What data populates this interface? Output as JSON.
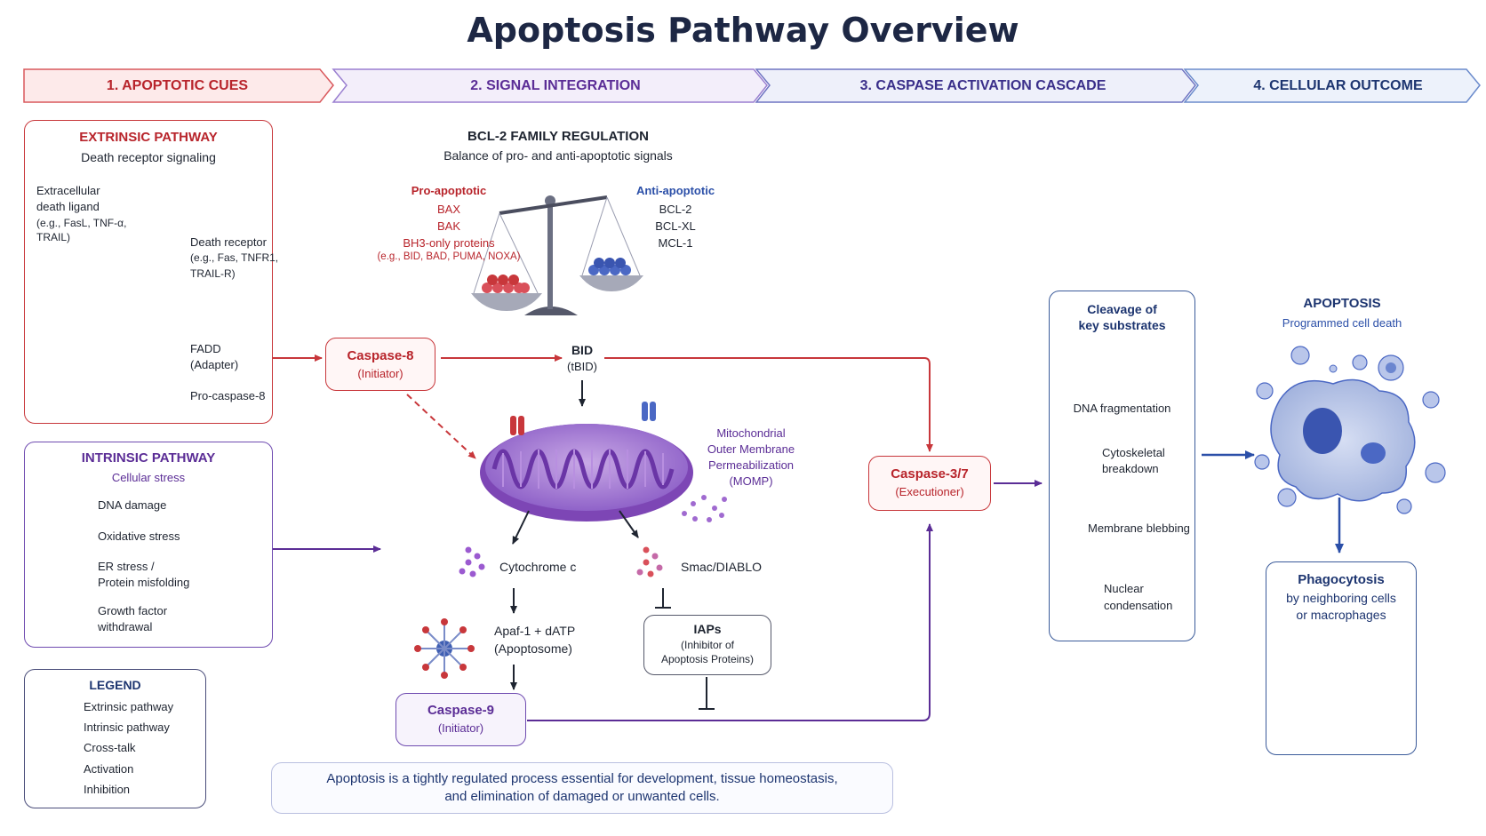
{
  "title": "Apoptosis Pathway Overview",
  "stages": [
    {
      "label": "1. APOPTOTIC CUES",
      "color": "#b8242b"
    },
    {
      "label": "2. SIGNAL INTEGRATION",
      "color": "#5b2d96"
    },
    {
      "label": "3. CASPASE ACTIVATION CASCADE",
      "color": "#3a2f8a"
    },
    {
      "label": "4. CELLULAR OUTCOME",
      "color": "#1d3570"
    }
  ],
  "extrinsic": {
    "title": "EXTRINSIC PATHWAY",
    "subtitle": "Death receptor signaling",
    "ligand_label_1": "Extracellular",
    "ligand_label_2": "death ligand",
    "ligand_label_3": "(e.g., FasL, TNF-α,",
    "ligand_label_4": "TRAIL)",
    "receptor_label_1": "Death receptor",
    "receptor_label_2": "(e.g., Fas, TNFR1,",
    "receptor_label_3": "TRAIL-R)",
    "fadd_1": "FADD",
    "fadd_2": "(Adapter)",
    "procasp": "Pro-caspase-8"
  },
  "intrinsic": {
    "title": "INTRINSIC PATHWAY",
    "subtitle": "Cellular stress",
    "items": [
      {
        "label": "DNA damage",
        "icon": "dna-icon"
      },
      {
        "label": "Oxidative stress",
        "icon": "starburst-icon"
      },
      {
        "label_1": "ER stress /",
        "label_2": "Protein misfolding",
        "icon": "er-icon"
      },
      {
        "label_1": "Growth factor",
        "label_2": "withdrawal",
        "icon": "mito-small-icon"
      }
    ]
  },
  "legend": {
    "title": "LEGEND",
    "items": [
      "Extrinsic pathway",
      "Intrinsic pathway",
      "Cross-talk",
      "Activation",
      "Inhibition"
    ]
  },
  "bcl2": {
    "title": "BCL-2 FAMILY REGULATION",
    "subtitle": "Balance of pro- and anti-apoptotic signals",
    "pro_title": "Pro-apoptotic",
    "pro_1": "BAX",
    "pro_2": "BAK",
    "pro_3": "BH3-only proteins",
    "pro_4": "(e.g., BID, BAD, PUMA, NOXA)",
    "anti_title": "Anti-apoptotic",
    "anti_1": "BCL-2",
    "anti_2": "BCL-XL",
    "anti_3": "MCL-1"
  },
  "nodes": {
    "casp8_title": "Caspase-8",
    "casp8_sub": "(Initiator)",
    "bid_title": "BID",
    "bid_sub": "(tBID)",
    "momp_1": "Mitochondrial",
    "momp_2": "Outer Membrane",
    "momp_3": "Permeabilization",
    "momp_4": "(MOMP)",
    "cytc": "Cytochrome c",
    "smac": "Smac/DIABLO",
    "apaf_1": "Apaf-1 + dATP",
    "apaf_2": "(Apoptosome)",
    "iaps_title": "IAPs",
    "iaps_sub_1": "(Inhibitor of",
    "iaps_sub_2": "Apoptosis Proteins)",
    "casp9_title": "Caspase-9",
    "casp9_sub": "(Initiator)",
    "casp37_title": "Caspase-3/7",
    "casp37_sub": "(Executioner)"
  },
  "substrates": {
    "title_1": "Cleavage of",
    "title_2": "key substrates",
    "dna": "DNA fragmentation",
    "cyto_1": "Cytoskeletal",
    "cyto_2": "breakdown",
    "bleb": "Membrane blebbing",
    "nuc_1": "Nuclear",
    "nuc_2": "condensation"
  },
  "outcome": {
    "apoptosis": "APOPTOSIS",
    "apoptosis_sub": "Programmed cell death",
    "phago_title": "Phagocytosis",
    "phago_sub_1": "by neighboring cells",
    "phago_sub_2": "or macrophages"
  },
  "footer": {
    "line_1": "Apoptosis is a tightly regulated process essential for development, tissue homeostasis,",
    "line_2": "and elimination of damaged or unwanted cells."
  },
  "colors": {
    "extrinsic": "#c8373b",
    "intrinsic": "#5b2d96",
    "outcome": "#2b4fa8"
  }
}
